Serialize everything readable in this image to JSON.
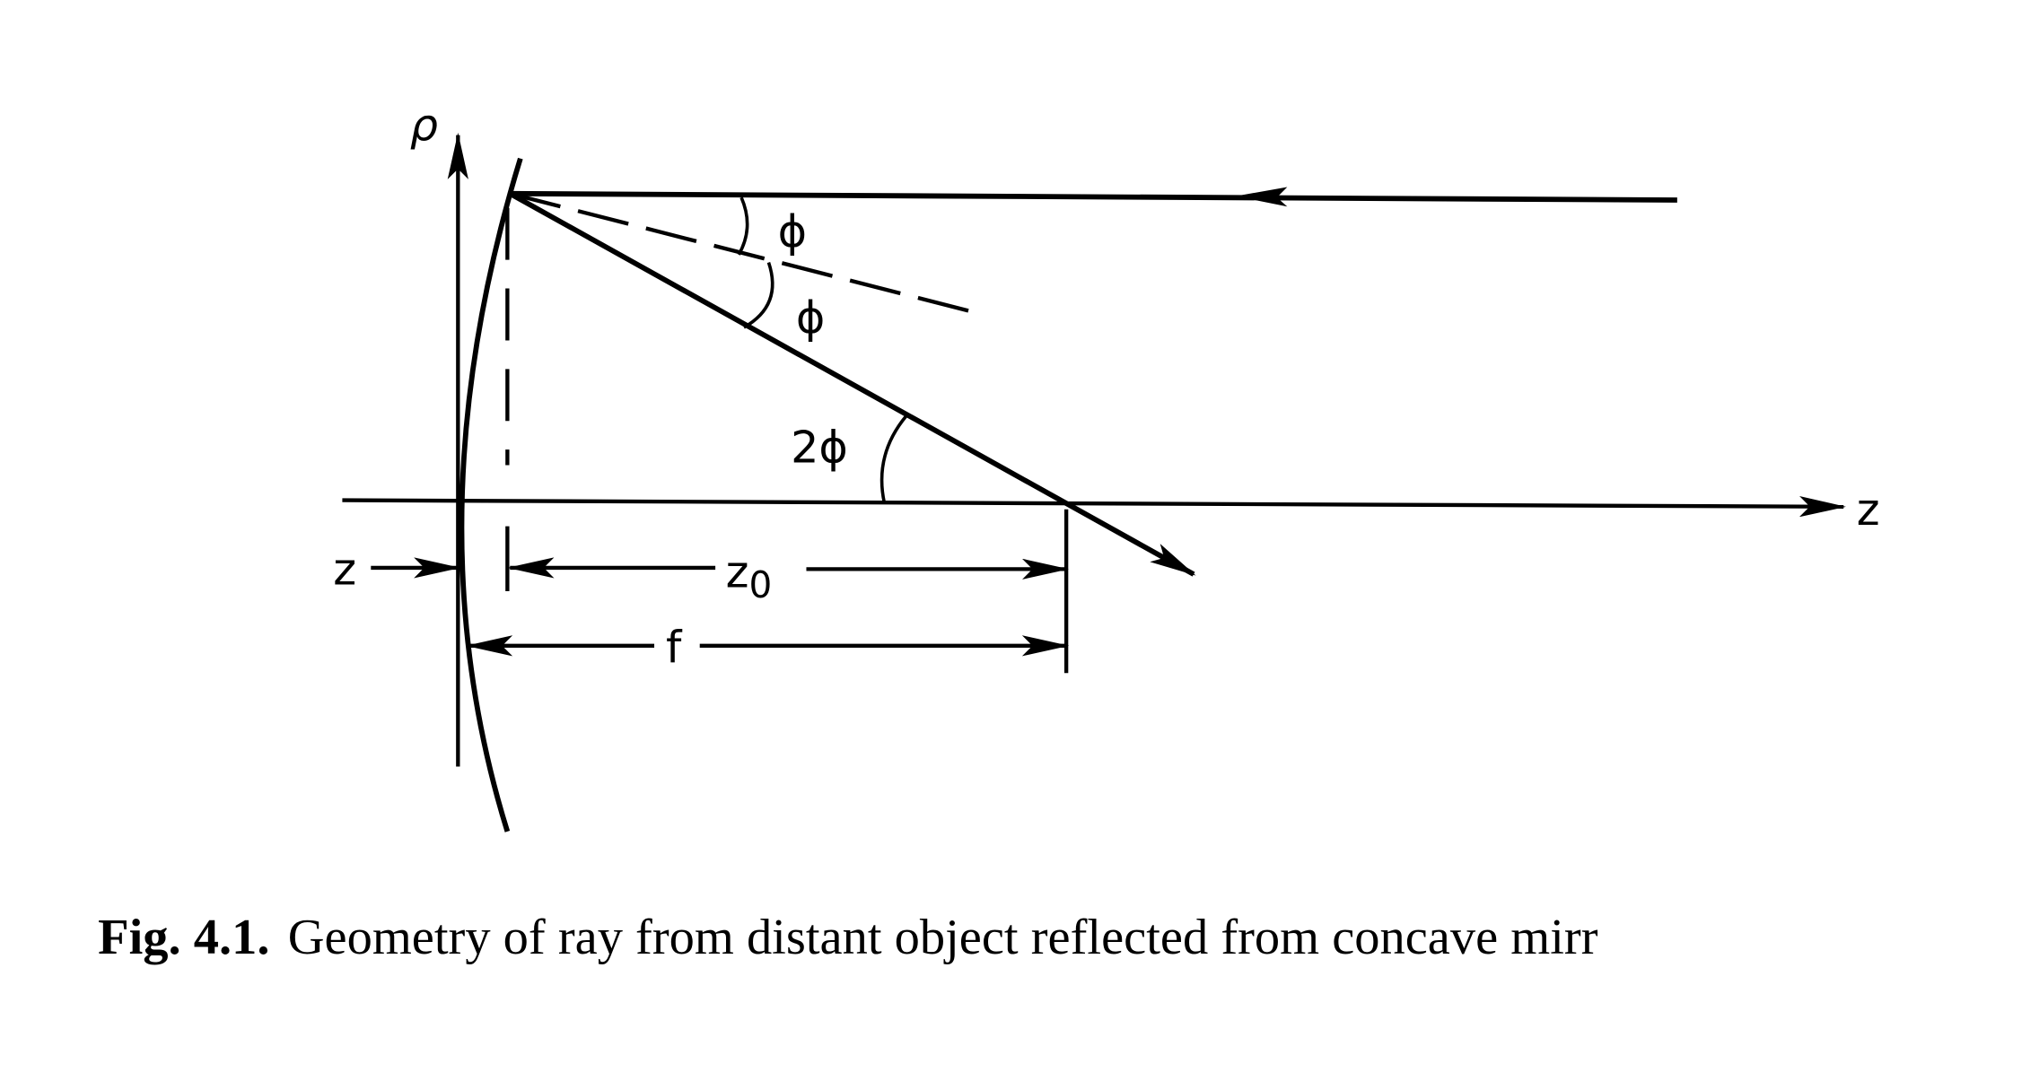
{
  "diagram": {
    "labels": {
      "rho": "ρ",
      "phi_top": "ϕ",
      "phi_bottom": "ϕ",
      "two_phi": "2ϕ",
      "z_axis": "z",
      "z_offset": "z",
      "z0": "z",
      "z0_sub": "0",
      "f": "f"
    }
  },
  "caption": {
    "number": "Fig. 4.1.",
    "text": "Geometry of ray from distant object reflected from concave mirr"
  }
}
